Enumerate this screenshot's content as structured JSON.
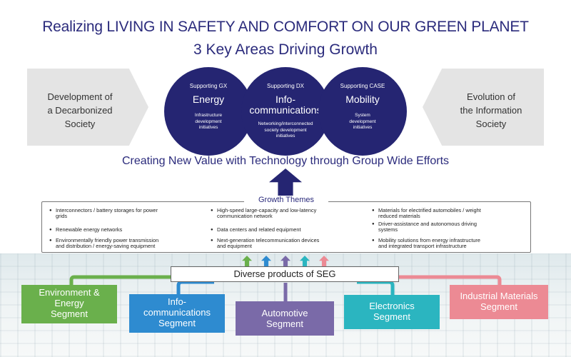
{
  "title": {
    "line1": "Realizing LIVING IN SAFETY AND COMFORT ON OUR GREEN PLANET",
    "line2": "3 Key Areas Driving Growth"
  },
  "side_left": "Development of\na Decarbonized\nSociety",
  "side_right": "Evolution of\nthe Information\nSociety",
  "circles": [
    {
      "top": "Supporting GX",
      "name": "Energy",
      "desc": "Infrastructure\ndevelopment\ninitiatives"
    },
    {
      "top": "Supporting DX",
      "name": "Info-\ncommunications",
      "desc": "Networking/interconnected\nsociety development\ninitiatives"
    },
    {
      "top": "Supporting CASE",
      "name": "Mobility",
      "desc": "System\ndevelopment\ninitiatives"
    }
  ],
  "creating_text": "Creating New Value with Technology through Group Wide Efforts",
  "growth_themes": {
    "label": "Growth Themes",
    "columns": [
      [
        "Interconnectors / battery storages for power\ngrids",
        "Renewable energy networks",
        "Environmentally friendly power transmission\nand distribution / energy-saving equipment"
      ],
      [
        "High-speed large-capacity and low-latency\ncommunication network",
        "Data centers and related equipment",
        "Next-generation telecommunication devices\nand equipment"
      ],
      [
        "Materials for electrified automobiles / weight\nreduced materials",
        "Driver-assistance and autonomous driving\nsystems",
        "Mobility solutions from energy infrastructure\nand integrated transport infrastructure"
      ]
    ]
  },
  "diverse_products": "Diverse products of SEG",
  "segments": [
    {
      "label": "Environment &\nEnergy\nSegment",
      "color": "#6ab04c"
    },
    {
      "label": "Info-\ncommunications\nSegment",
      "color": "#2e8bd0"
    },
    {
      "label": "Automotive\nSegment",
      "color": "#7a6aa8"
    },
    {
      "label": "Electronics\nSegment",
      "color": "#2bb5c0"
    },
    {
      "label": "Industrial Materials\nSegment",
      "color": "#ec8a94"
    }
  ],
  "colors": {
    "navy": "#252572",
    "title": "#2b2b7c",
    "arrow_grey": "#e4e4e4"
  }
}
